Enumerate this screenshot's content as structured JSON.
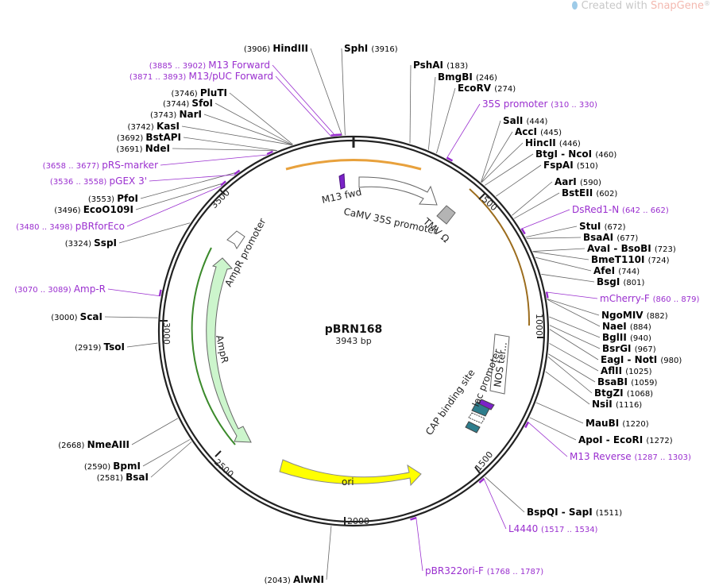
{
  "watermark": {
    "prefix": "Created with ",
    "brand": "SnapGene",
    "mark": "®"
  },
  "plasmid": {
    "name": "pBRN168",
    "size_label": "3943 bp",
    "length": 3943
  },
  "colors": {
    "enzyme": "#000000",
    "primer": "#9a2fcf",
    "backbone": "#000000"
  },
  "ticks": [
    "500",
    "1000",
    "1500",
    "2000",
    "2500",
    "3000",
    "3500"
  ],
  "enzymes": [
    {
      "name": "HindIII",
      "pos": "(3906)"
    },
    {
      "name": "SphI",
      "pos": "(3916)"
    },
    {
      "name": "PshAI",
      "pos": "(183)"
    },
    {
      "name": "BmgBI",
      "pos": "(246)"
    },
    {
      "name": "EcoRV",
      "pos": "(274)"
    },
    {
      "name": "SalI",
      "pos": "(444)"
    },
    {
      "name": "AccI",
      "pos": "(445)"
    },
    {
      "name": "HincII",
      "pos": "(446)"
    },
    {
      "name": "BtgI  -  NcoI",
      "pos": "(460)"
    },
    {
      "name": "FspAI",
      "pos": "(510)"
    },
    {
      "name": "AarI",
      "pos": "(590)"
    },
    {
      "name": "BstEII",
      "pos": "(602)"
    },
    {
      "name": "StuI",
      "pos": "(672)"
    },
    {
      "name": "BsaAI",
      "pos": "(677)"
    },
    {
      "name": "AvaI  -  BsoBI",
      "pos": "(723)"
    },
    {
      "name": "BmeT110I",
      "pos": "(724)"
    },
    {
      "name": "AfeI",
      "pos": "(744)"
    },
    {
      "name": "BsgI",
      "pos": "(801)"
    },
    {
      "name": "NgoMIV",
      "pos": "(882)"
    },
    {
      "name": "NaeI",
      "pos": "(884)"
    },
    {
      "name": "BglII",
      "pos": "(940)"
    },
    {
      "name": "BsrGI",
      "pos": "(967)"
    },
    {
      "name": "EagI  -  NotI",
      "pos": "(980)"
    },
    {
      "name": "AflII",
      "pos": "(1025)"
    },
    {
      "name": "BsaBI",
      "pos": "(1059)"
    },
    {
      "name": "BtgZI",
      "pos": "(1068)"
    },
    {
      "name": "NsiI",
      "pos": "(1116)"
    },
    {
      "name": "MauBI",
      "pos": "(1220)"
    },
    {
      "name": "ApoI  -  EcoRI",
      "pos": "(1272)"
    },
    {
      "name": "BspQI  -  SapI",
      "pos": "(1511)"
    },
    {
      "name": "AlwNI",
      "pos": "(2043)"
    },
    {
      "name": "BsaI",
      "pos": "(2581)"
    },
    {
      "name": "BpmI",
      "pos": "(2590)"
    },
    {
      "name": "NmeAIII",
      "pos": "(2668)"
    },
    {
      "name": "TsoI",
      "pos": "(2919)"
    },
    {
      "name": "ScaI",
      "pos": "(3000)"
    },
    {
      "name": "SspI",
      "pos": "(3324)"
    },
    {
      "name": "EcoO109I",
      "pos": "(3496)"
    },
    {
      "name": "PfoI",
      "pos": "(3553)"
    },
    {
      "name": "NdeI",
      "pos": "(3691)"
    },
    {
      "name": "BstAPI",
      "pos": "(3692)"
    },
    {
      "name": "KasI",
      "pos": "(3742)"
    },
    {
      "name": "NarI",
      "pos": "(3743)"
    },
    {
      "name": "SfoI",
      "pos": "(3744)"
    },
    {
      "name": "PluTI",
      "pos": "(3746)"
    }
  ],
  "primers": [
    {
      "name": "M13 Forward",
      "range": "(3885 .. 3902)"
    },
    {
      "name": "M13/pUC Forward",
      "range": "(3871 .. 3893)"
    },
    {
      "name": "35S promoter",
      "range": "(310 .. 330)"
    },
    {
      "name": "DsRed1-N",
      "range": "(642 .. 662)"
    },
    {
      "name": "mCherry-F",
      "range": "(860 .. 879)"
    },
    {
      "name": "M13 Reverse",
      "range": "(1287 .. 1303)"
    },
    {
      "name": "L4440",
      "range": "(1517 .. 1534)"
    },
    {
      "name": "pBR322ori-F",
      "range": "(1768 .. 1787)"
    },
    {
      "name": "Amp-R",
      "range": "(3070 .. 3089)"
    },
    {
      "name": "pBRforEco",
      "range": "(3480 .. 3498)"
    },
    {
      "name": "pGEX 3'",
      "range": "(3536 .. 3558)"
    },
    {
      "name": "pRS-marker",
      "range": "(3658 .. 3677)"
    }
  ],
  "features": [
    {
      "name": "M13 fwd",
      "color": "#7b22c8"
    },
    {
      "name": "CaMV 35S promoter",
      "color": "#ffffff"
    },
    {
      "name": "TMV Ω",
      "color": "#b4b4b4"
    },
    {
      "name": "NOS ter...",
      "color": "#ffffff"
    },
    {
      "name": "lac promoter",
      "color": "#ffffff"
    },
    {
      "name": "CAP binding site",
      "color": "#2e7d8c"
    },
    {
      "name": "ori",
      "color": "#ffff00"
    },
    {
      "name": "AmpR",
      "color": "#ccf5cc"
    },
    {
      "name": "AmpR promoter",
      "color": "#ffffff"
    }
  ]
}
